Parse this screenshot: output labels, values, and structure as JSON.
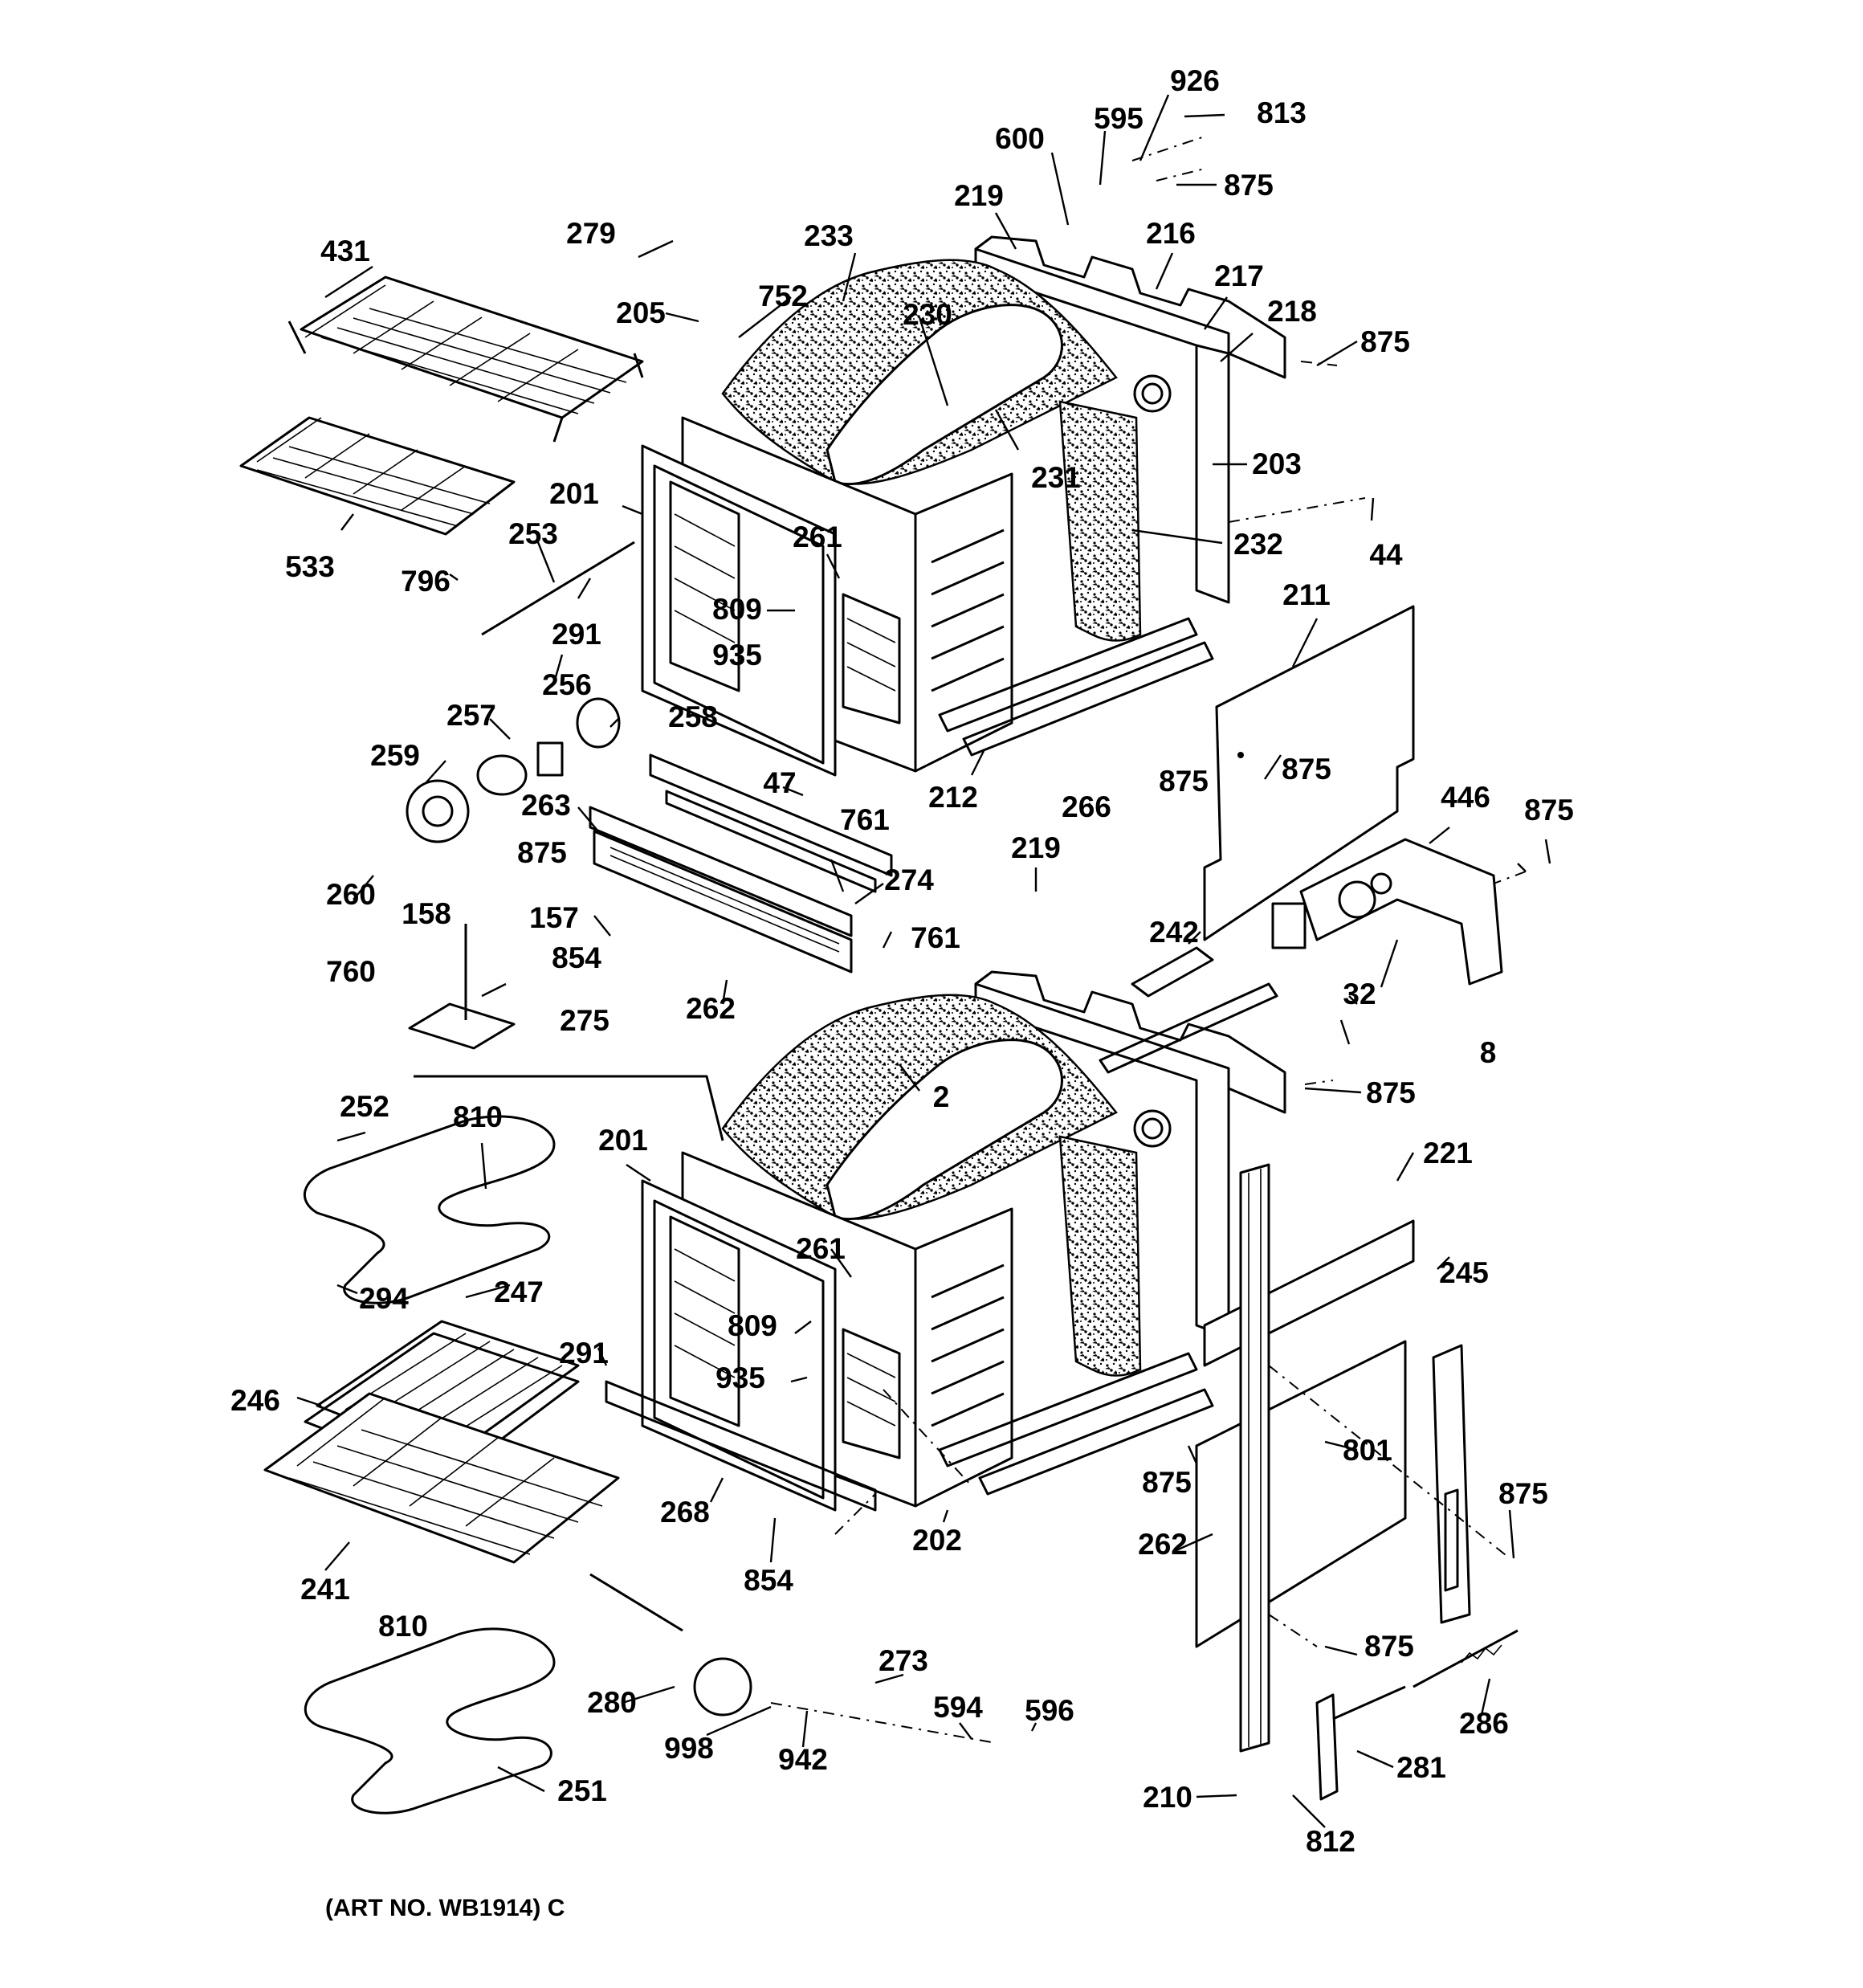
{
  "diagram": {
    "art_number": "(ART NO. WB1914) C",
    "part_labels": [
      "926",
      "813",
      "600",
      "595",
      "875",
      "219",
      "216",
      "217",
      "218",
      "875",
      "279",
      "233",
      "431",
      "205",
      "752",
      "230",
      "203",
      "231",
      "44",
      "232",
      "201",
      "253",
      "261",
      "533",
      "796",
      "809",
      "291",
      "935",
      "211",
      "256",
      "258",
      "257",
      "875",
      "259",
      "875",
      "263",
      "47",
      "761",
      "212",
      "266",
      "446",
      "875",
      "274",
      "260",
      "875",
      "219",
      "158",
      "157",
      "761",
      "854",
      "242",
      "32",
      "760",
      "262",
      "275",
      "8",
      "2",
      "875",
      "252",
      "810",
      "201",
      "221",
      "261",
      "247",
      "294",
      "291",
      "809",
      "245",
      "246",
      "935",
      "801",
      "268",
      "202",
      "875",
      "875",
      "241",
      "854",
      "262",
      "810",
      "875",
      "273",
      "280",
      "594",
      "596",
      "998",
      "942",
      "286",
      "251",
      "281",
      "210",
      "812"
    ]
  }
}
